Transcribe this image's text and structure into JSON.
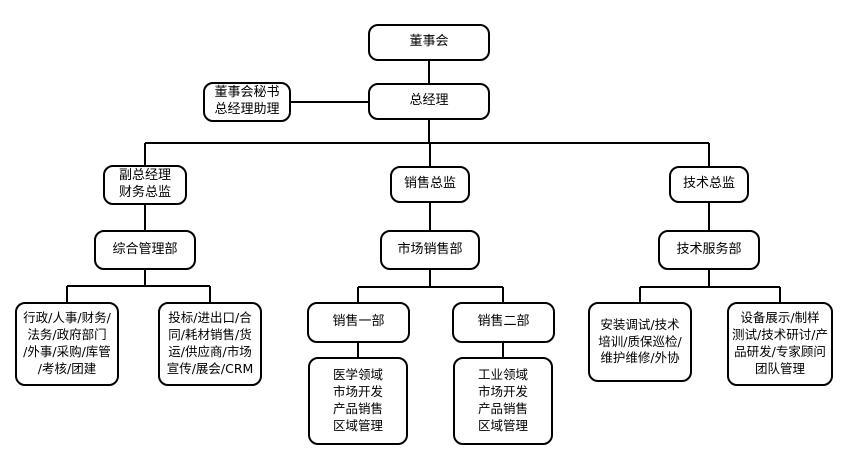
{
  "diagram": {
    "type": "org-chart",
    "colors": {
      "box_border": "#000000",
      "box_fill": "#ffffff",
      "text": "#000000",
      "connector": "#000000"
    }
  },
  "nodes": {
    "board": {
      "label": "董事会"
    },
    "secretary": {
      "label": "董事会秘书\n总经理助理"
    },
    "gm": {
      "label": "总经理"
    },
    "deputy_gm": {
      "label": "副总经理\n财务总监"
    },
    "sales_director": {
      "label": "销售总监"
    },
    "tech_director": {
      "label": "技术总监"
    },
    "admin_dept": {
      "label": "综合管理部"
    },
    "sales_dept": {
      "label": "市场销售部"
    },
    "tech_service_dept": {
      "label": "技术服务部"
    },
    "admin_duties": {
      "label": "行政/人事/财务/\n法务/政府部门\n/外事/采购/库管\n/考核/团建"
    },
    "bidding_duties": {
      "label": "投标/进出口/合\n同/耗材销售/货\n运/供应商/市场\n宣传/展会/CRM"
    },
    "sales_dept_1": {
      "label": "销售一部"
    },
    "sales_dept_2": {
      "label": "销售二部"
    },
    "sales1_duties": {
      "label": "医学领域\n市场开发\n产品销售\n区域管理"
    },
    "sales2_duties": {
      "label": "工业领域\n市场开发\n产品销售\n区域管理"
    },
    "install_duties": {
      "label": "安装调试/技术\n培训/质保巡检/\n维护维修/外协"
    },
    "rnd_duties": {
      "label": "设备展示/制样\n测试/技术研讨/产\n品研发/专家顾问\n团队管理"
    }
  },
  "edges": [
    {
      "from": "board",
      "to": "gm"
    },
    {
      "from": "secretary",
      "to": "gm"
    },
    {
      "from": "gm",
      "to": "deputy_gm"
    },
    {
      "from": "gm",
      "to": "sales_director"
    },
    {
      "from": "gm",
      "to": "tech_director"
    },
    {
      "from": "deputy_gm",
      "to": "admin_dept"
    },
    {
      "from": "sales_director",
      "to": "sales_dept"
    },
    {
      "from": "tech_director",
      "to": "tech_service_dept"
    },
    {
      "from": "admin_dept",
      "to": "admin_duties"
    },
    {
      "from": "admin_dept",
      "to": "bidding_duties"
    },
    {
      "from": "sales_dept",
      "to": "sales_dept_1"
    },
    {
      "from": "sales_dept",
      "to": "sales_dept_2"
    },
    {
      "from": "sales_dept_1",
      "to": "sales1_duties"
    },
    {
      "from": "sales_dept_2",
      "to": "sales2_duties"
    },
    {
      "from": "tech_service_dept",
      "to": "install_duties"
    },
    {
      "from": "tech_service_dept",
      "to": "rnd_duties"
    }
  ]
}
